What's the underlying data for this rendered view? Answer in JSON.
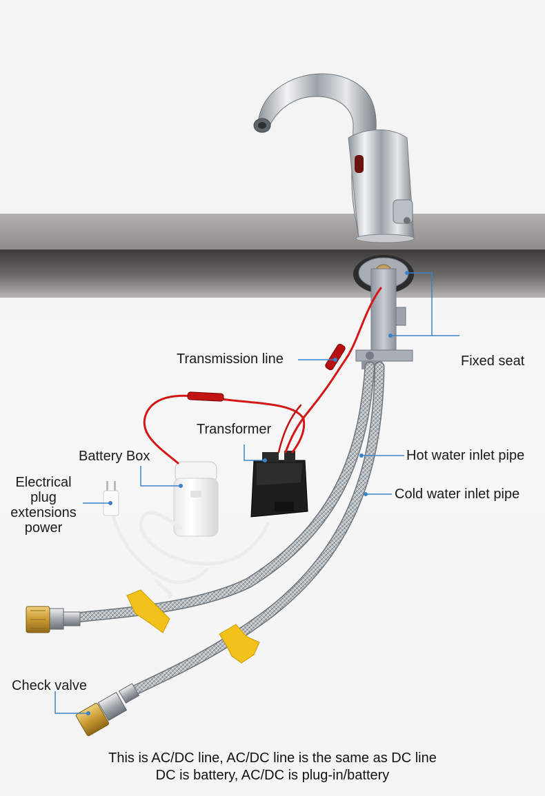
{
  "labels": {
    "transmission_line": "Transmission line",
    "fixed_seat": "Fixed seat",
    "transformer": "Transformer",
    "battery_box": "Battery Box",
    "hot_water_inlet_pipe": "Hot water inlet pipe",
    "cold_water_inlet_pipe": "Cold water inlet pipe",
    "electrical_plug": [
      "Electrical",
      "plug",
      "extensions",
      "power"
    ],
    "check_valve": "Check valve"
  },
  "caption": {
    "line1": "This is AC/DC line, AC/DC line is the same as DC line",
    "line2": "DC is battery, AC/DC is plug-in/battery"
  },
  "colors": {
    "leader_line": "#3a82c8",
    "counter_top": "#9c9898",
    "counter_edge": "#545050",
    "hose_clip": "#f2c21a",
    "wire": "#d41616",
    "brass": "#c99a32"
  }
}
